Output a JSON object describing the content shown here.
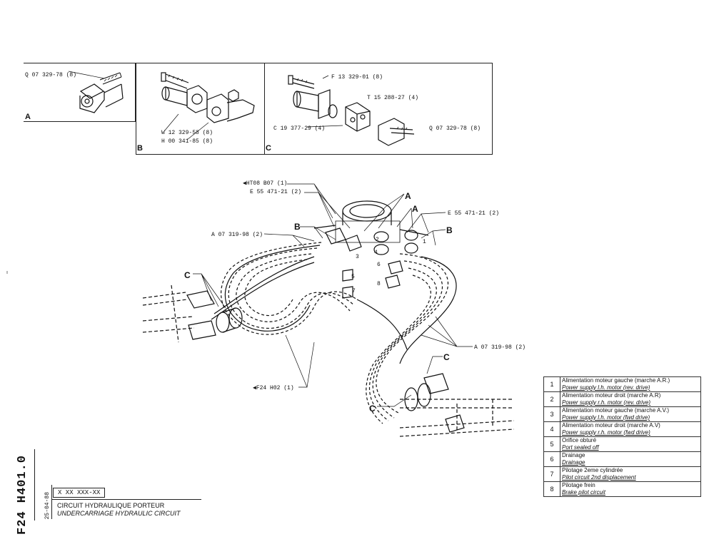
{
  "details": {
    "A": {
      "letter": "A",
      "parts": [
        "Q 07 329-78 (8)"
      ]
    },
    "B": {
      "letter": "B",
      "parts": [
        "W 12 329-58 (8)",
        "H 00 341-85 (8)"
      ]
    },
    "C": {
      "letter": "C",
      "parts": [
        "F 13 329-01 (8)",
        "T 15 288-27 (4)",
        "C 19 377-29 (4)",
        "Q 07 329-78 (8)"
      ]
    }
  },
  "main_labels": {
    "ht08": "◀HT08  B07 (1)",
    "e55_left": "E 55 471-21 (2)",
    "e55_right": "E 55 471-21 (2)",
    "a07_left": "A 07 319-98 (2)",
    "a07_right": "A 07 319-98 (2)",
    "f24": "◀F24  H02 (1)"
  },
  "callouts": {
    "A1": "A",
    "A2": "A",
    "B1": "B",
    "B2": "B",
    "C1": "C",
    "C2": "C",
    "C3": "C"
  },
  "port_numbers": [
    "1",
    "2",
    "3",
    "4",
    "5",
    "6",
    "7",
    "8"
  ],
  "legend": [
    {
      "num": "1",
      "fr": "Alimentation moteur gauche (marche A.R.)",
      "en": "Power supply l.h. motor (rev. drive)"
    },
    {
      "num": "2",
      "fr": "Alimentation moteur droit (marche A.R)",
      "en": "Power supply r.h. motor (rev. drive)"
    },
    {
      "num": "3",
      "fr": "Alimentation moteur gauche (marche A.V.)",
      "en": "Power supply l.h. motor (fwd drive)"
    },
    {
      "num": "4",
      "fr": "Alimentation moteur droit (marche A.V)",
      "en": "Power supply r.h. motor (fwd drive)"
    },
    {
      "num": "5",
      "fr": "Orifice obturé",
      "en": "Port sealed off"
    },
    {
      "num": "6",
      "fr": "Drainage",
      "en": "Drainage"
    },
    {
      "num": "7",
      "fr": "Pilotage 2eme cylindrée",
      "en": "Pilot circuit 2nd displacement"
    },
    {
      "num": "8",
      "fr": "Pilotage frein",
      "en": "Brake pilot circuit"
    }
  ],
  "title_block": {
    "code": "F24 H401.0",
    "date": "25-04-88",
    "reference": "X XX XXX-XX",
    "title_fr": "CIRCUIT HYDRAULIQUE PORTEUR",
    "title_en": "UNDERCARRIAGE HYDRAULIC CIRCUIT"
  }
}
